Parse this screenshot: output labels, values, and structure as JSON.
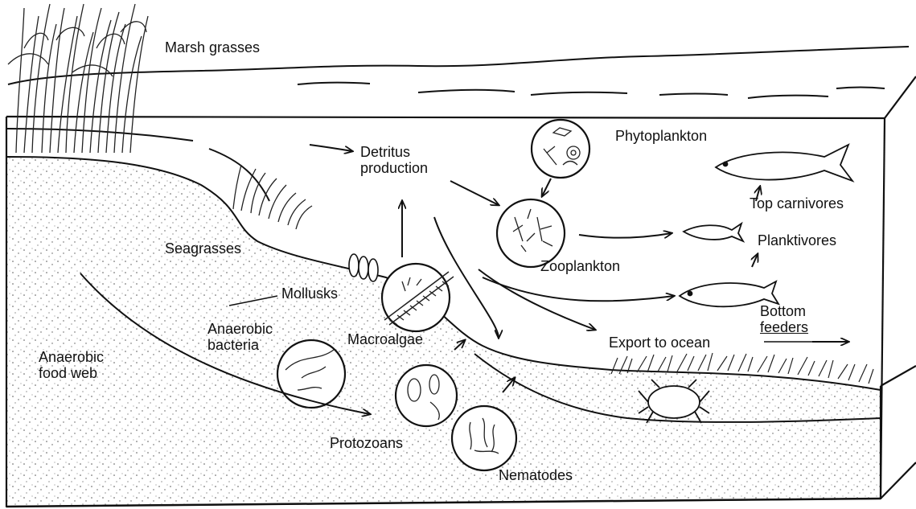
{
  "labels": {
    "marsh_grasses": "Marsh grasses",
    "detritus_line1": "Detritus",
    "detritus_line2": "production",
    "phytoplankton": "Phytoplankton",
    "top_carnivores": "Top carnivores",
    "seagrasses": "Seagrasses",
    "planktivores": "Planktivores",
    "zooplankton": "Zooplankton",
    "mollusks": "Mollusks",
    "bottom_feeders_line1": "Bottom",
    "bottom_feeders_line2": "feeders",
    "anaerobic_bacteria_line1": "Anaerobic",
    "anaerobic_bacteria_line2": "bacteria",
    "macroalgae": "Macroalgae",
    "export_to_ocean": "Export to ocean",
    "anaerobic_food_web_line1": "Anaerobic",
    "anaerobic_food_web_line2": "food web",
    "protozoans": "Protozoans",
    "nematodes": "Nematodes"
  },
  "colors": {
    "ink": "#111111",
    "paper": "#ffffff",
    "stipple": "#666666"
  }
}
